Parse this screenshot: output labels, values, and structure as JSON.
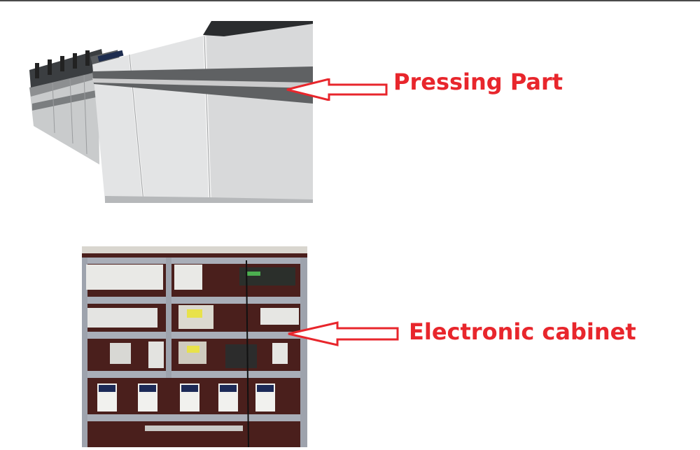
{
  "callouts": {
    "pressing_part": "Pressing Part",
    "electronic_cabinet": "Electronic cabinet"
  },
  "colors": {
    "callout": "#e8262c",
    "arrow_fill": "#ffffff",
    "arrow_stroke": "#e8262c"
  },
  "images": {
    "machine": "pressing-machine-photo",
    "cabinet": "electronic-cabinet-photo"
  }
}
